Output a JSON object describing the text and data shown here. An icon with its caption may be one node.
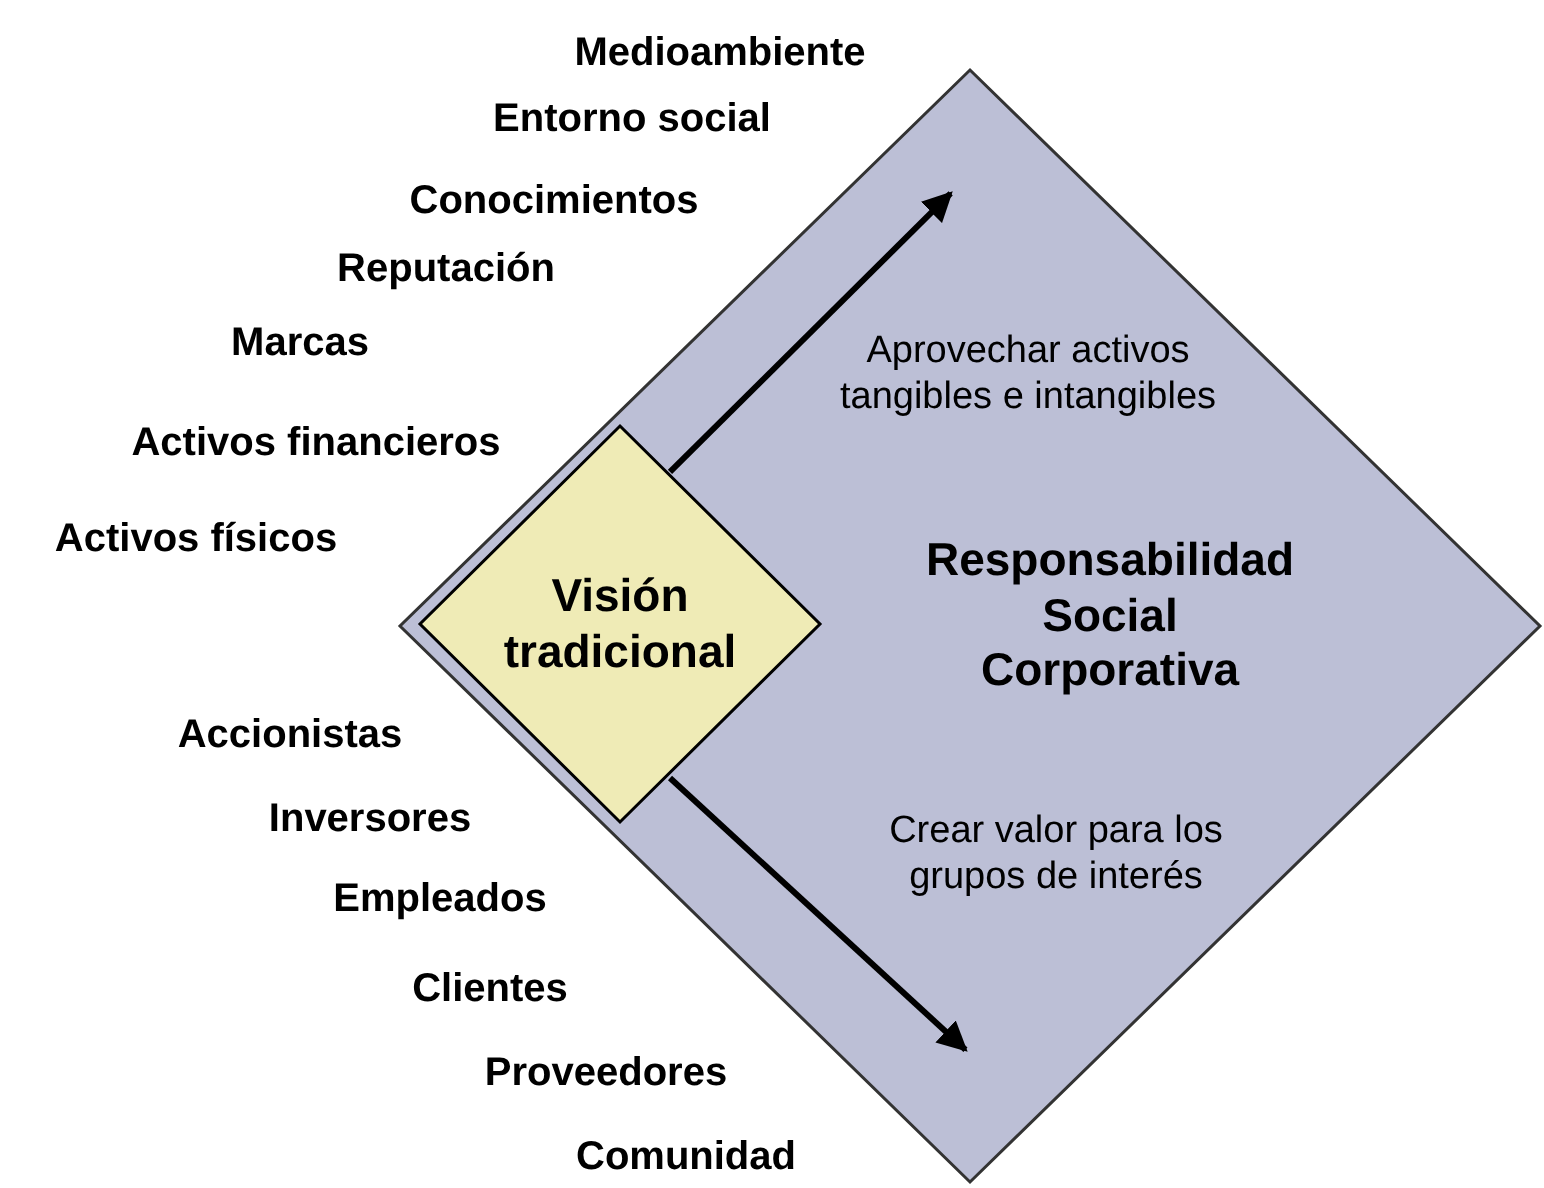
{
  "diagram": {
    "nodes": [
      {
        "text": [
          "Aprovechar activos tangibles e intangibles",
          "Responsabilidad Social Corporativa",
          "Crear valor para los grupos de interés"
        ]
      },
      {
        "text": [
          "Visión tradicional"
        ],
        "in": 0
      }
    ],
    "edges": [
      {
        "from": 1,
        "to": 0,
        "arrow": "to"
      },
      {
        "from": 1,
        "to": 0,
        "arrow": "to"
      }
    ],
    "labels": [
      "Medioambiente",
      "Entorno social",
      "Conocimientos",
      "Reputación",
      "Marcas",
      "Activos financieros",
      "Activos físicos",
      "Accionistas",
      "Inversores",
      "Empleados",
      "Clientes",
      "Proveedores",
      "Comunidad"
    ]
  }
}
